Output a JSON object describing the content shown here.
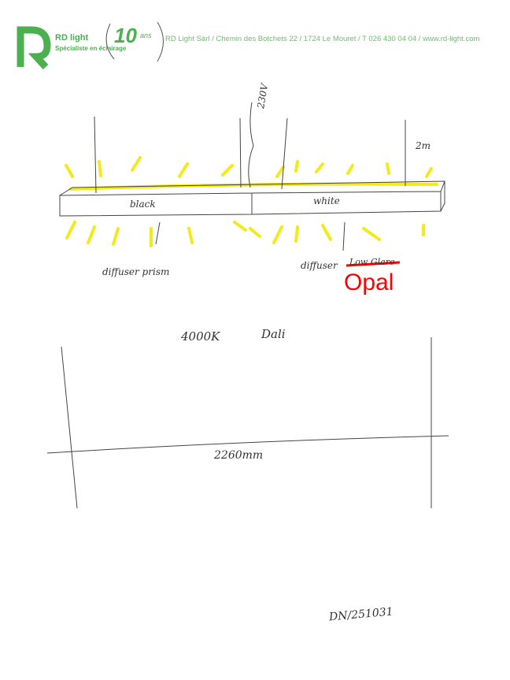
{
  "header": {
    "brand_name": "RD light",
    "tagline": "Spécialiste en éclairage",
    "anniversary": "10",
    "anniversary_unit": "ans",
    "address": "RD Light Sàrl / Chemin des Botchets 22 / 1724 Le Mouret / T 026 430 04 04 / www.rd-light.com"
  },
  "sketch": {
    "voltage": "230V",
    "suspension_length": "2m",
    "left_section": "black",
    "right_section": "white",
    "left_diffuser": "diffuser prism",
    "right_diffuser": "diffuser",
    "struck_text": "Low Glare",
    "correction": "Opal",
    "color_temp": "4000K",
    "control": "Dali",
    "length": "2260mm",
    "reference": "DN/251031"
  },
  "colors": {
    "brand": "#4caf50",
    "light": "#f2ea1a",
    "correction": "#ff0000"
  }
}
